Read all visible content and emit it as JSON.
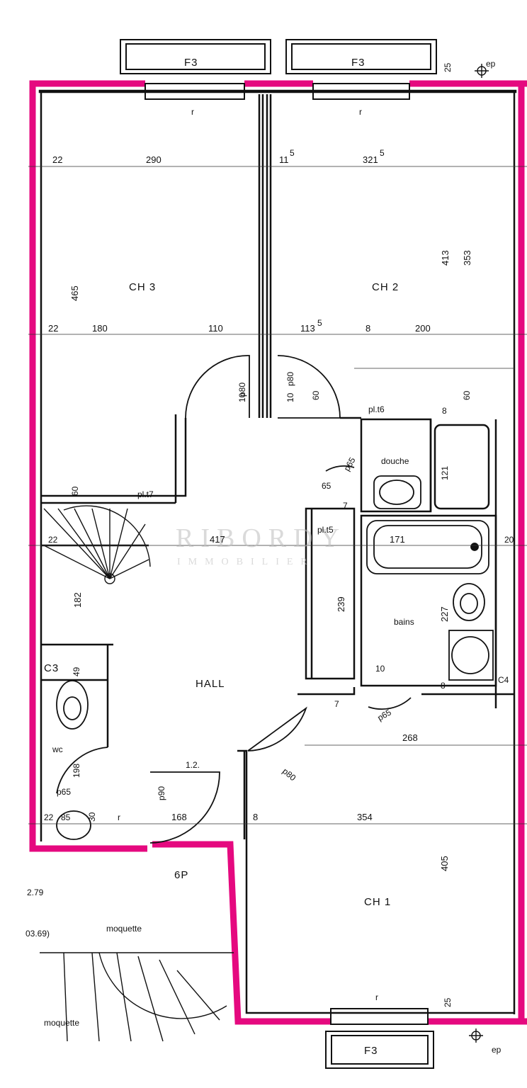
{
  "plan": {
    "rooms": {
      "ch3": "CH 3",
      "ch2": "CH 2",
      "ch1": "CH 1",
      "hall": "HALL",
      "douche": "douche",
      "bains": "bains",
      "wc": "wc",
      "c3": "C3",
      "c4": "C4",
      "r6p": "6P"
    },
    "windows": {
      "f3": "F3"
    },
    "labels": {
      "pl_t6": "pl.t6",
      "pl_t7": "pl.t7",
      "pl_t5": "pl.t5",
      "r": "r",
      "ep": "ep",
      "moquette": "moquette",
      "hall_marker": "1.2.",
      "area_279": "2.79",
      "area_369": "03.69)"
    },
    "doors": {
      "p80": "p80",
      "p65": "p65",
      "p90": "p90"
    },
    "dimensions": {
      "d22": "22",
      "d290": "290",
      "d11_5": "11",
      "d11_5_sup": "5",
      "d321_5": "321",
      "d321_5_sup": "5",
      "d413": "413",
      "d353": "353",
      "d465": "465",
      "d180": "180",
      "d110": "110",
      "d113_5": "113",
      "d113_5_sup": "5",
      "d8": "8",
      "d200": "200",
      "d10": "10",
      "d60": "60",
      "d65": "65",
      "d121": "121",
      "d417": "417",
      "d171": "171",
      "d20": "20",
      "d182": "182",
      "d239": "239",
      "d227": "227",
      "d49": "49",
      "d7": "7",
      "d268": "268",
      "d198": "198",
      "d85": "85",
      "d30": "30",
      "d168": "168",
      "d354": "354",
      "d405": "405",
      "d25": "25"
    },
    "watermark": {
      "line1": "RIBORDY",
      "line2": "IMMOBILIER"
    },
    "colors": {
      "outline": "#e5097f",
      "ink": "#111111",
      "watermark": "#bdbdbd"
    }
  }
}
